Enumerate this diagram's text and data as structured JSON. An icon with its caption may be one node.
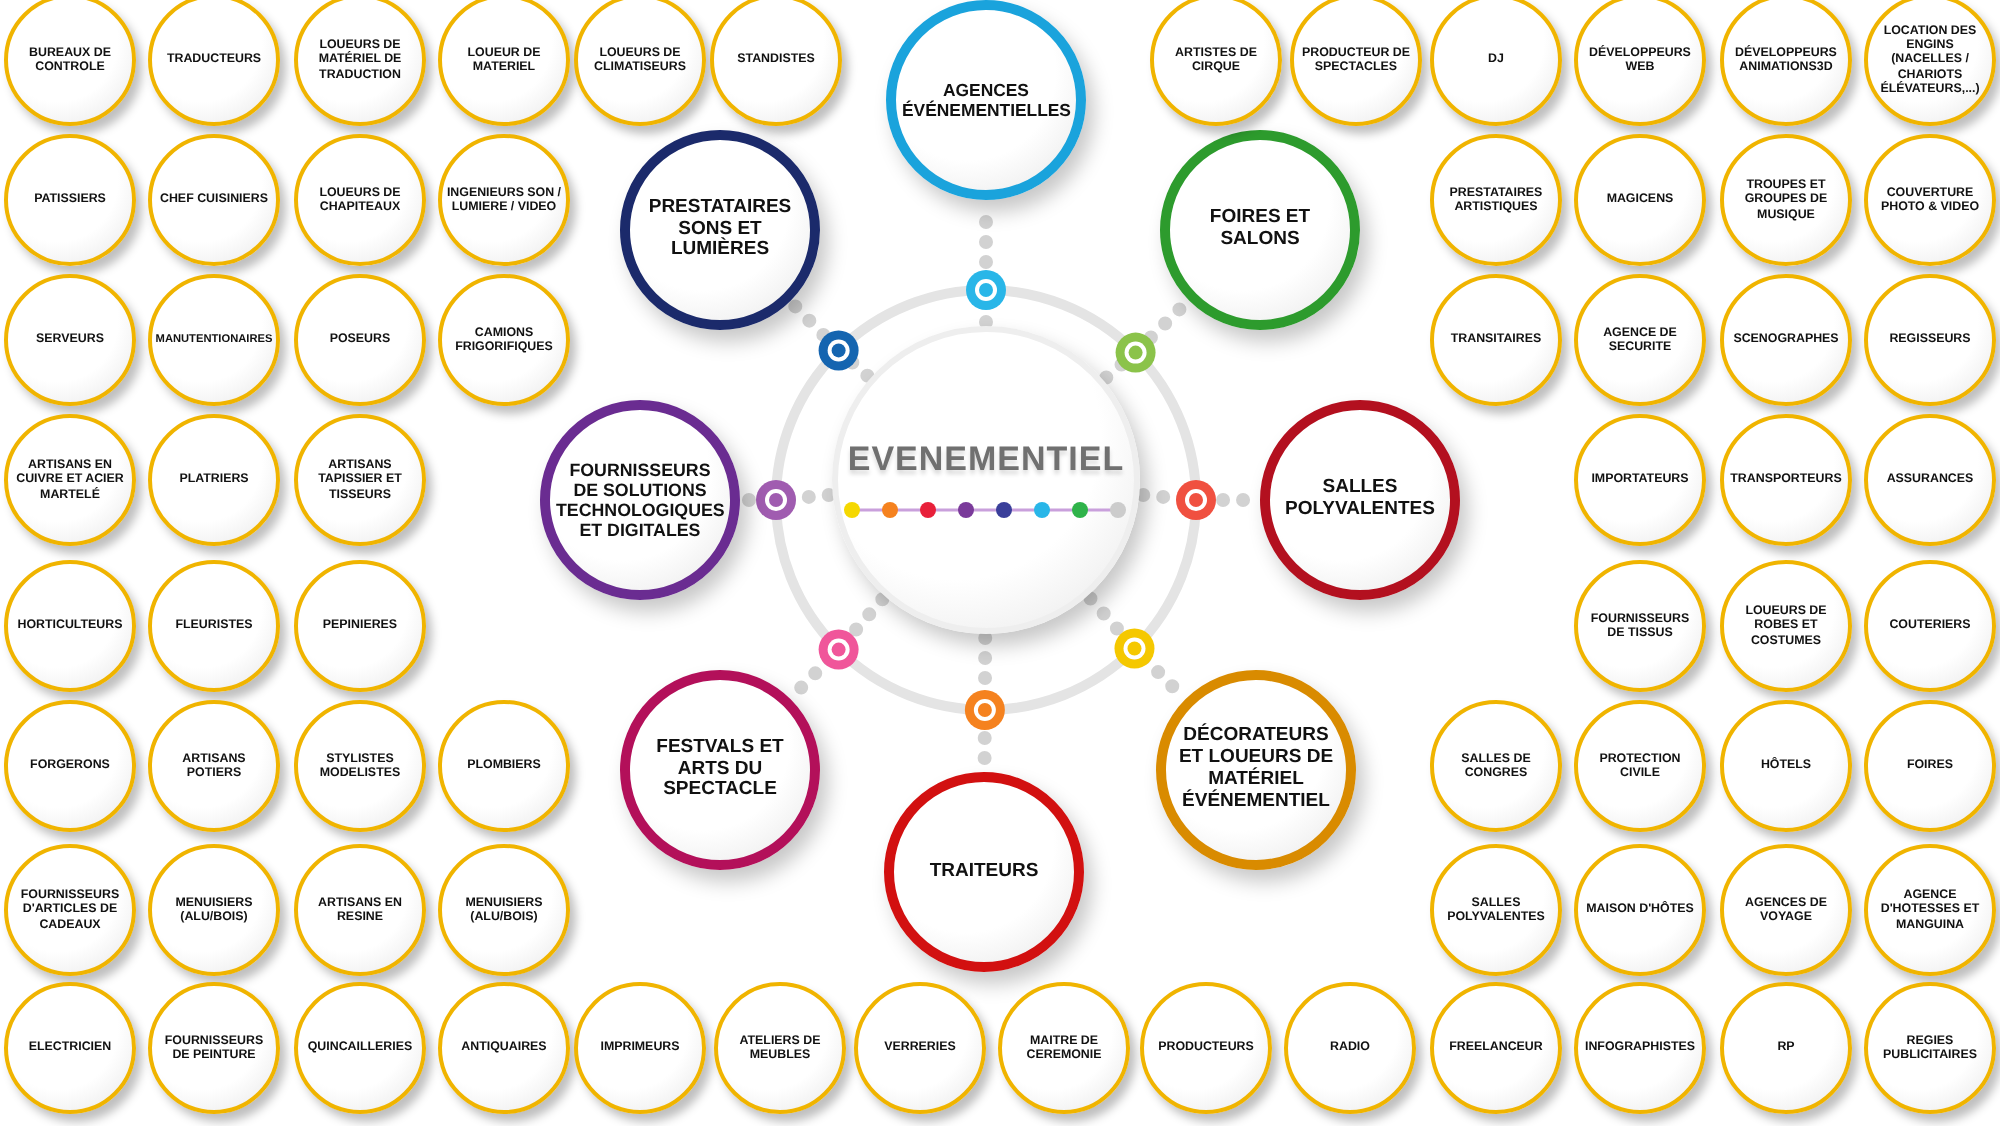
{
  "diagram": {
    "nodes": [
      {
        "text": [
          "EVENEMENTIEL"
        ]
      },
      {
        "text": [
          "AGENCES ÉVÉNEMENTIELLES"
        ]
      },
      {
        "text": [
          "PRESTATAIRES SONS ET LUMIÈRES"
        ]
      },
      {
        "text": [
          "FOIRES ET SALONS"
        ]
      },
      {
        "text": [
          "FOURNISSEURS DE SOLUTIONS TECHNOLOGIQUES ET DIGITALES"
        ]
      },
      {
        "text": [
          "SALLES POLYVALENTES"
        ]
      },
      {
        "text": [
          "FESTVALS ET ARTS DU SPECTACLE"
        ]
      },
      {
        "text": [
          "DÉCORATEURS ET LOUEURS DE MATÉRIEL ÉVÉNEMENTIEL"
        ]
      },
      {
        "text": [
          "TRAITEURS"
        ]
      },
      {
        "text": [
          "BUREAUX DE CONTROLE"
        ]
      },
      {
        "text": [
          "TRADUCTEURS"
        ]
      },
      {
        "text": [
          "LOUEURS DE MATÉRIEL DE TRADUCTION"
        ]
      },
      {
        "text": [
          "LOUEUR DE MATERIEL"
        ]
      },
      {
        "text": [
          "LOUEURS DE CLIMATISEURS"
        ]
      },
      {
        "text": [
          "STANDISTES"
        ]
      },
      {
        "text": [
          "ARTISTES DE CIRQUE"
        ]
      },
      {
        "text": [
          "PRODUCTEUR DE SPECTACLES"
        ]
      },
      {
        "text": [
          "DJ"
        ]
      },
      {
        "text": [
          "DÉVELOPPEURS WEB"
        ]
      },
      {
        "text": [
          "DÉVELOPPEURS ANIMATIONS3D"
        ]
      },
      {
        "text": [
          "LOCATION DES ENGINS (NACELLES / CHARIOTS ÉLÉVATEURS,...)"
        ]
      },
      {
        "text": [
          "PATISSIERS"
        ]
      },
      {
        "text": [
          "CHEF CUISINIERS"
        ]
      },
      {
        "text": [
          "LOUEURS DE CHAPITEAUX"
        ]
      },
      {
        "text": [
          "INGENIEURS SON / LUMIERE / VIDEO"
        ]
      },
      {
        "text": [
          "PRESTATAIRES ARTISTIQUES"
        ]
      },
      {
        "text": [
          "MAGICENS"
        ]
      },
      {
        "text": [
          "TROUPES ET GROUPES DE MUSIQUE"
        ]
      },
      {
        "text": [
          "COUVERTURE PHOTO & VIDEO"
        ]
      },
      {
        "text": [
          "SERVEURS"
        ]
      },
      {
        "text": [
          "MANUTENTIONAIRES"
        ]
      },
      {
        "text": [
          "POSEURS"
        ]
      },
      {
        "text": [
          "CAMIONS FRIGORIFIQUES"
        ]
      },
      {
        "text": [
          "TRANSITAIRES"
        ]
      },
      {
        "text": [
          "AGENCE DE SECURITE"
        ]
      },
      {
        "text": [
          "SCENOGRAPHES"
        ]
      },
      {
        "text": [
          "REGISSEURS"
        ]
      },
      {
        "text": [
          "ARTISANS EN CUIVRE ET ACIER MARTELÉ"
        ]
      },
      {
        "text": [
          "PLATRIERS"
        ]
      },
      {
        "text": [
          "ARTISANS TAPISSIER ET TISSEURS"
        ]
      },
      {
        "text": [
          "IMPORTATEURS"
        ]
      },
      {
        "text": [
          "TRANSPORTEURS"
        ]
      },
      {
        "text": [
          "ASSURANCES"
        ]
      },
      {
        "text": [
          "HORTICULTEURS"
        ]
      },
      {
        "text": [
          "FLEURISTES"
        ]
      },
      {
        "text": [
          "PEPINIERES"
        ]
      },
      {
        "text": [
          "FOURNISSEURS DE TISSUS"
        ]
      },
      {
        "text": [
          "LOUEURS DE ROBES ET COSTUMES"
        ]
      },
      {
        "text": [
          "COUTERIERS"
        ]
      },
      {
        "text": [
          "FORGERONS"
        ]
      },
      {
        "text": [
          "ARTISANS POTIERS"
        ]
      },
      {
        "text": [
          "STYLISTES MODELISTES"
        ]
      },
      {
        "text": [
          "PLOMBIERS"
        ]
      },
      {
        "text": [
          "SALLES DE CONGRES"
        ]
      },
      {
        "text": [
          "PROTECTION CIVILE"
        ]
      },
      {
        "text": [
          "HÔTELS"
        ]
      },
      {
        "text": [
          "FOIRES"
        ]
      },
      {
        "text": [
          "FOURNISSEURS D'ARTICLES DE CADEAUX"
        ]
      },
      {
        "text": [
          "MENUISIERS (ALU/BOIS)"
        ]
      },
      {
        "text": [
          "ARTISANS EN RESINE"
        ]
      },
      {
        "text": [
          "MENUISIERS (ALU/BOIS)"
        ]
      },
      {
        "text": [
          "SALLES POLYVALENTES"
        ]
      },
      {
        "text": [
          "MAISON D'HÔTES"
        ]
      },
      {
        "text": [
          "AGENCES DE VOYAGE"
        ]
      },
      {
        "text": [
          "AGENCE D'HOTESSES ET MANGUINA"
        ]
      },
      {
        "text": [
          "ELECTRICIEN"
        ]
      },
      {
        "text": [
          "FOURNISSEURS DE PEINTURE"
        ]
      },
      {
        "text": [
          "QUINCAILLERIES"
        ]
      },
      {
        "text": [
          "ANTIQUAIRES"
        ]
      },
      {
        "text": [
          "IMPRIMEURS"
        ]
      },
      {
        "text": [
          "ATELIERS DE MEUBLES"
        ]
      },
      {
        "text": [
          "VERRERIES"
        ]
      },
      {
        "text": [
          "MAITRE DE CEREMONIE"
        ]
      },
      {
        "text": [
          "PRODUCTEURS"
        ]
      },
      {
        "text": [
          "RADIO"
        ]
      },
      {
        "text": [
          "FREELANCEUR"
        ]
      },
      {
        "text": [
          "INFOGRAPHISTES"
        ]
      },
      {
        "text": [
          "RP"
        ]
      },
      {
        "text": [
          "REGIES PUBLICITAIRES"
        ]
      }
    ],
    "edges": [
      {
        "from": 0,
        "to": 1,
        "arrow": "none",
        "style": "dashed"
      },
      {
        "from": 0,
        "to": 2,
        "arrow": "none",
        "style": "dashed"
      },
      {
        "from": 0,
        "to": 3,
        "arrow": "none",
        "style": "dashed"
      },
      {
        "from": 0,
        "to": 4,
        "arrow": "none",
        "style": "dashed"
      },
      {
        "from": 0,
        "to": 5,
        "arrow": "none",
        "style": "dashed"
      },
      {
        "from": 0,
        "to": 6,
        "arrow": "none",
        "style": "dashed"
      },
      {
        "from": 0,
        "to": 7,
        "arrow": "none",
        "style": "dashed"
      },
      {
        "from": 0,
        "to": 8,
        "arrow": "none",
        "style": "dashed"
      }
    ]
  }
}
